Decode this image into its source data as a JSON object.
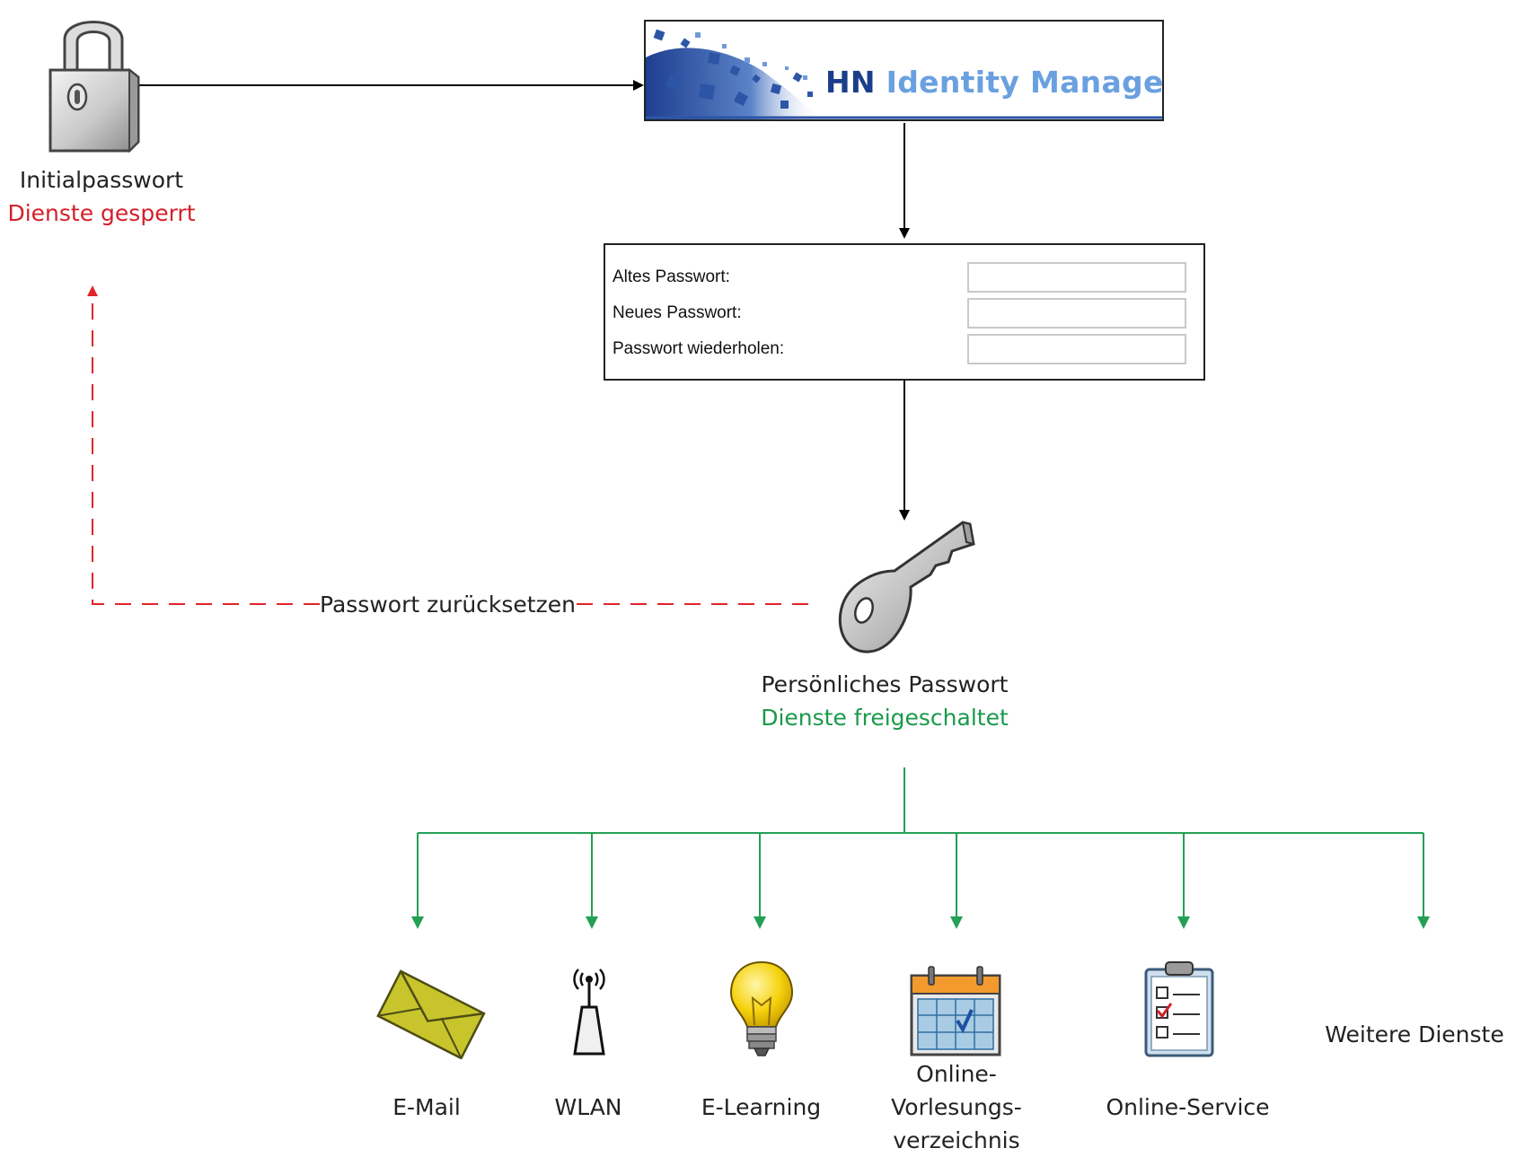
{
  "start": {
    "title": "Initialpasswort",
    "status": "Dienste gesperrt",
    "icon": "padlock-icon"
  },
  "banner": {
    "brand_prefix": "HN",
    "brand_name": "Identity Manager",
    "prefix_color": "#1a3e8c",
    "name_color": "#6aa0e0"
  },
  "form": {
    "fields": [
      {
        "label": "Altes Passwort:",
        "value": ""
      },
      {
        "label": "Neues Passwort:",
        "value": ""
      },
      {
        "label": "Passwort wiederholen:",
        "value": ""
      }
    ]
  },
  "result": {
    "title": "Persönliches Passwort",
    "status": "Dienste freigeschaltet",
    "icon": "key-icon"
  },
  "reset_edge": {
    "label": "Passwort zurücksetzen"
  },
  "services": [
    {
      "label": "E-Mail",
      "icon": "envelope-icon"
    },
    {
      "label": "WLAN",
      "icon": "wifi-antenna-icon"
    },
    {
      "label": "E-Learning",
      "icon": "lightbulb-icon"
    },
    {
      "label_lines": [
        "Online-",
        "Vorlesungs-",
        "verzeichnis"
      ],
      "icon": "calendar-icon"
    },
    {
      "label": "Online-Service",
      "icon": "checklist-clipboard-icon"
    },
    {
      "label": "Weitere Dienste",
      "icon": ""
    }
  ],
  "colors": {
    "locked": "#d4202b",
    "unlocked": "#1a9a4a",
    "arrow": "#000000",
    "green_line": "#22a055",
    "red_dashed": "#e0242a"
  }
}
